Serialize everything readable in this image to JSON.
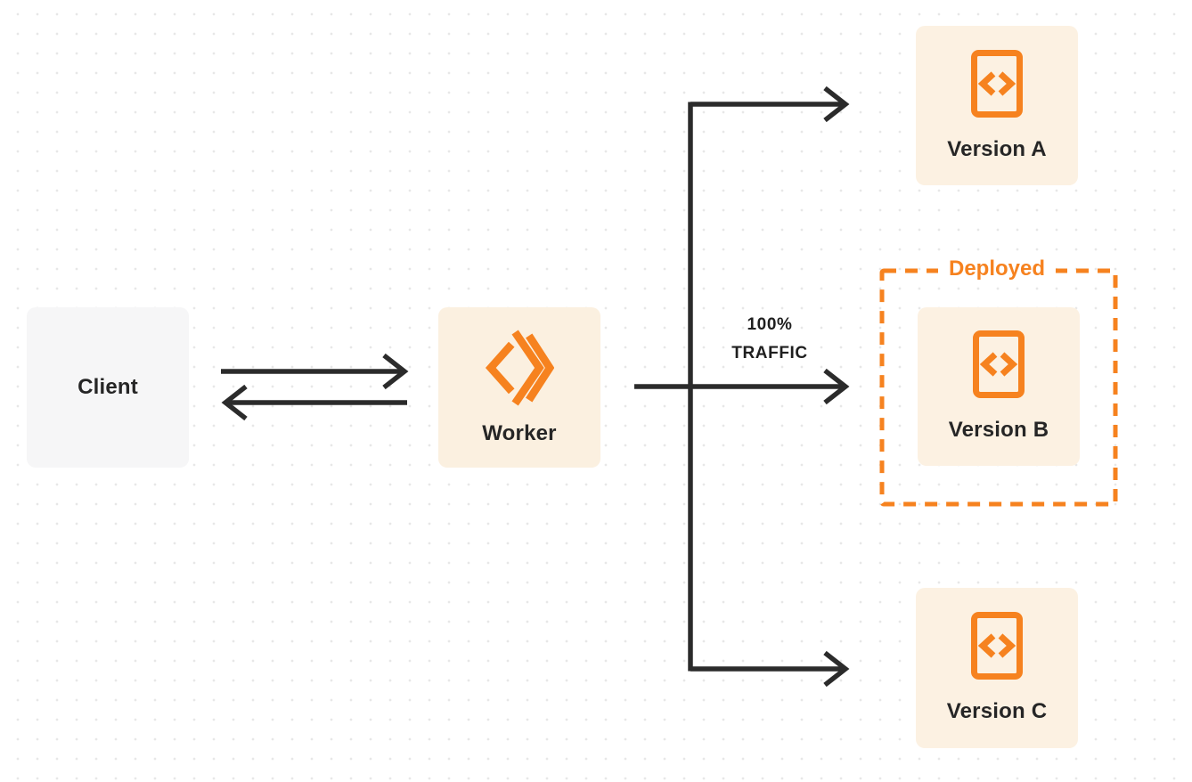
{
  "diagram": {
    "title": "worker-traffic-routing-diagram",
    "colors": {
      "accent_orange": "#f6821f",
      "node_cream_bg": "#fcf1e2",
      "node_gray_bg": "#f6f6f7",
      "ink": "#262626",
      "dot_grid": "#e7e7e7",
      "deployed_border": "#f6821f"
    },
    "nodes": {
      "client": {
        "label": "Client"
      },
      "worker": {
        "label": "Worker",
        "icon": "workers-logo-icon"
      },
      "version_a": {
        "label": "Version A",
        "icon": "code-document-icon"
      },
      "version_b": {
        "label": "Version B",
        "icon": "code-document-icon"
      },
      "version_c": {
        "label": "Version C",
        "icon": "code-document-icon"
      }
    },
    "annotations": {
      "deployed": {
        "label": "Deployed"
      },
      "traffic": {
        "line1": "100%",
        "line2": "TRAFFIC"
      }
    },
    "edges": [
      {
        "name": "client-to-worker-arrow",
        "direction": "right"
      },
      {
        "name": "worker-to-client-arrow",
        "direction": "left"
      },
      {
        "name": "worker-to-version-a-arrow",
        "direction": "right"
      },
      {
        "name": "worker-to-version-b-arrow",
        "direction": "right",
        "label": "100% TRAFFIC"
      },
      {
        "name": "worker-to-version-c-arrow",
        "direction": "right"
      }
    ]
  }
}
